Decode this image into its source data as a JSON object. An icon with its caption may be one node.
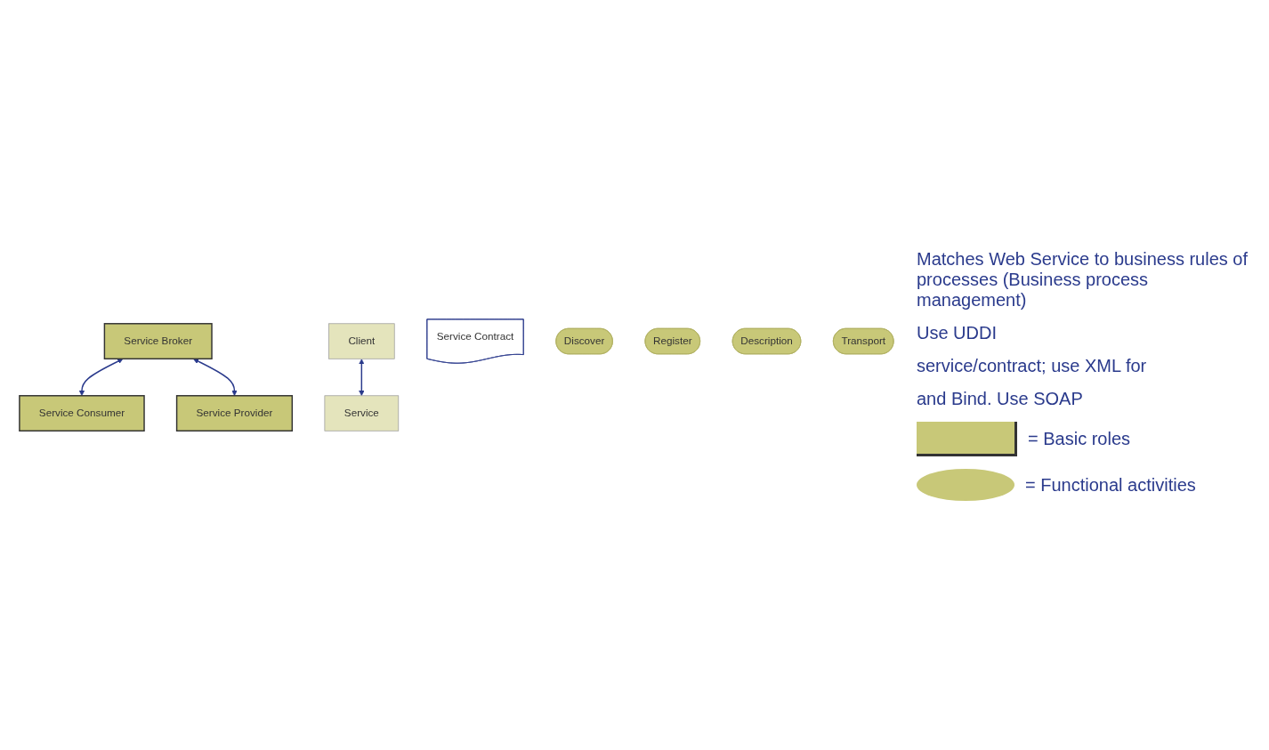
{
  "diagram": {
    "nodes": [
      {
        "text": [
          "Service Broker"
        ]
      },
      {
        "text": [
          "Service Consumer"
        ]
      },
      {
        "text": [
          "Client"
        ]
      },
      {
        "text": [
          "Service Provider"
        ]
      },
      {
        "text": [
          "Service"
        ]
      },
      {
        "text": [
          "Service Contract"
        ]
      },
      {
        "text": [
          "Discover"
        ]
      },
      {
        "text": [
          "Register"
        ]
      },
      {
        "text": [
          "Description"
        ]
      },
      {
        "text": [
          "Transport"
        ]
      }
    ],
    "edges": [
      {
        "from": 0,
        "to": 1,
        "arrow": "both"
      },
      {
        "from": 0,
        "to": 3,
        "arrow": "both"
      },
      {
        "from": 2,
        "to": 4,
        "arrow": "both"
      }
    ],
    "labels": [
      "Matches Web Service to business rules of processes (Business process management)",
      "Use UDDI",
      "service/contract; use XML for",
      "and Bind. Use SOAP"
    ],
    "legend": [
      {
        "text": "= Basic roles",
        "color": "#c8c878"
      },
      {
        "text": "= Functional activities",
        "color": "#c8c878"
      }
    ]
  }
}
